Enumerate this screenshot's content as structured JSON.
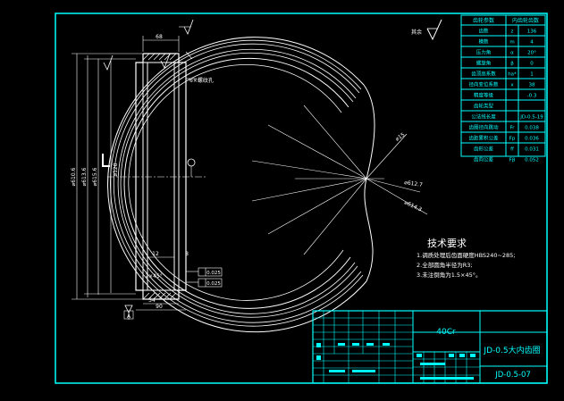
{
  "colors": {
    "background": "#000000",
    "frame": "#00ffff",
    "geometry": "#ffffff"
  },
  "param_table": {
    "header": [
      "齿轮参数",
      "内齿轮齿数"
    ],
    "rows": [
      [
        "齿数",
        "z",
        "136"
      ],
      [
        "模数",
        "m",
        "4"
      ],
      [
        "压力角",
        "α",
        "20°"
      ],
      [
        "螺旋角",
        "β",
        "0"
      ],
      [
        "齿顶高系数",
        "ha*",
        "1"
      ],
      [
        "径向变位系数",
        "x",
        "38"
      ],
      [
        "精度等级",
        "",
        "-0.3"
      ],
      [
        "齿轮类型",
        "",
        ""
      ],
      [
        "公法线长度",
        "",
        "JD-0.5-19"
      ],
      [
        "齿圈径向跳动",
        "Fr",
        "0.038"
      ],
      [
        "齿距累积公差",
        "Fp",
        "0.036"
      ],
      [
        "齿形公差",
        "ff",
        "0.031"
      ],
      [
        "齿向公差",
        "Fβ",
        "0.052"
      ]
    ]
  },
  "section_view": {
    "top_dim": "68",
    "ra_label": "其余",
    "dia_labels": [
      "⌀610.6",
      "⌀613.6",
      "⌀615.6",
      "⌀128"
    ],
    "dim_small": "12",
    "dim_small2": "8",
    "chamfer": "2×45°",
    "bottom_dims": [
      "54",
      "90"
    ],
    "note_hole": "6×螺纹孔",
    "tol_1": "0.025",
    "tol_2": "0.025",
    "datum": "A"
  },
  "ring_view": {
    "dims": [
      "⌀15",
      "⌀612.7",
      "⌀614.3"
    ]
  },
  "tech_req": {
    "title": "技术要求",
    "items": [
      "1.调质处理后齿面硬度HBS240~285;",
      "2.全部圆角半径为R3;",
      "3.未注倒角为1.5×45°。"
    ]
  },
  "title_block": {
    "material": "40Cr",
    "name": "JD-0.5大内齿圈",
    "drawing_no": "JD-0.5-07"
  }
}
